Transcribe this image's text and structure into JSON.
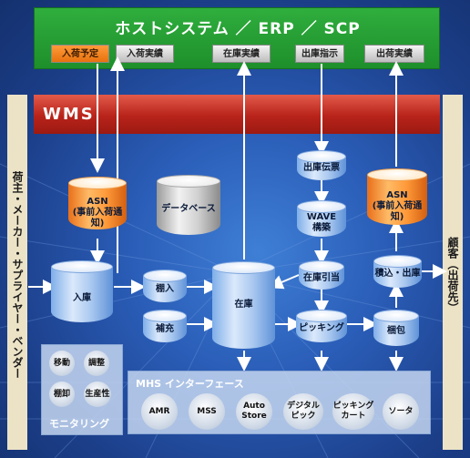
{
  "host": {
    "title": "ホストシステム ／ ERP ／ SCP",
    "buttons": [
      "入荷予定",
      "入荷実績",
      "在庫実績",
      "出庫指示",
      "出荷実績"
    ]
  },
  "wms": {
    "title": "WMS"
  },
  "side": {
    "left": "荷主・メーカー・サプライヤー・ベンダー",
    "right": "顧客（出荷先）"
  },
  "nodes": {
    "asn_in": "ASN\n(事前入荷通知)",
    "database": "データベース",
    "shukko_denpyo": "出庫伝票",
    "wave": "WAVE\n構築",
    "asn_out": "ASN\n(事前入荷通知)",
    "nyuko": "入庫",
    "tanaire": "棚入",
    "zaiko": "在庫",
    "zaiko_hikiate": "在庫引当",
    "tsumikomi": "積込・出庫",
    "hojuu": "補充",
    "picking": "ピッキング",
    "konpo": "梱包"
  },
  "monitoring": {
    "title": "モニタリング",
    "items": [
      "移動",
      "調整",
      "棚卸",
      "生産性"
    ]
  },
  "mhs": {
    "title": "MHS インターフェース",
    "items": [
      "AMR",
      "MSS",
      "Auto\nStore",
      "デジタル\nピック",
      "ピッキング\nカート",
      "ソータ"
    ]
  }
}
